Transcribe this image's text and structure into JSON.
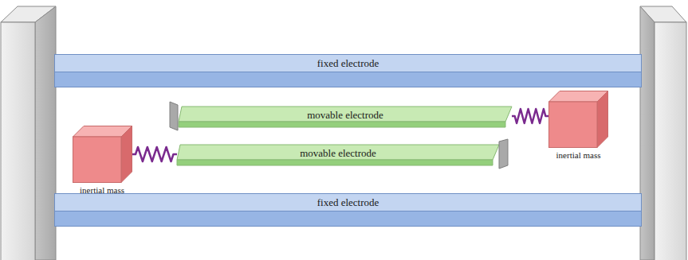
{
  "diagram": {
    "nodes": [
      {
        "text": [
          "fixed electrode"
        ]
      },
      {
        "text": [
          "movable electrode"
        ]
      },
      {
        "text": [
          "inertial mass"
        ]
      },
      {
        "text": [
          "inertial mass"
        ]
      },
      {
        "text": [
          "movable electrode"
        ]
      },
      {
        "text": [
          "fixed electrode"
        ]
      }
    ],
    "edges": [
      {
        "from": 2,
        "to": 1,
        "arrow": "none"
      },
      {
        "from": 3,
        "to": 4,
        "arrow": "none"
      }
    ]
  }
}
